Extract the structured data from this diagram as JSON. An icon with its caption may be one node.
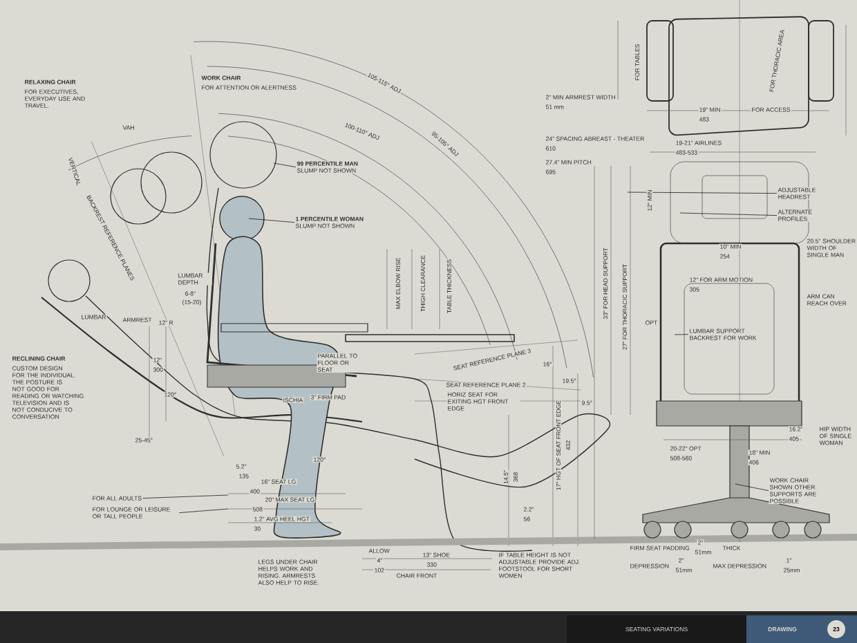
{
  "diagram": {
    "nodes": [
      {
        "text": [
          "99 PERCENTILE MAN",
          "SLUMP NOT SHOWN"
        ]
      },
      {
        "text": [
          "1 PERCENTILE WOMAN",
          "SLUMP NOT SHOWN"
        ]
      },
      {
        "text": [
          "ADJUSTABLE HEADREST"
        ]
      },
      {
        "text": [
          "ALTERNATE PROFILES"
        ]
      },
      {
        "text": [
          "LUMBAR SUPPORT BACKREST FOR WORK"
        ]
      },
      {
        "text": [
          "WORK CHAIR SHOWN OTHER SUPPORTS ARE POSSIBLE"
        ]
      },
      {
        "text": [
          "FOR ALL ADULTS"
        ]
      },
      {
        "text": [
          "FOR LOUNGE OR LEISURE OR TALL PEOPLE"
        ]
      }
    ],
    "edges": [
      {
        "from": 0,
        "to": null,
        "arrow": "none"
      },
      {
        "from": 1,
        "to": null,
        "arrow": "none"
      },
      {
        "from": 2,
        "to": null,
        "arrow": "none"
      },
      {
        "from": 3,
        "to": null,
        "arrow": "none"
      },
      {
        "from": 4,
        "to": null,
        "arrow": "none"
      },
      {
        "from": 5,
        "to": null,
        "arrow": "none"
      },
      {
        "from": 6,
        "to": null,
        "arrow": "none"
      },
      {
        "from": 7,
        "to": null,
        "arrow": "none"
      }
    ],
    "labels": [
      "RELAXING CHAIR",
      "FOR EXECUTIVES, EVERYDAY USE AND TRAVEL.",
      "WORK CHAIR",
      "FOR ATTENTION OR ALERTNESS",
      "105-115° ADJ",
      "2\" MIN ARMREST WIDTH",
      "51 mm",
      "FOR TABLES",
      "FOR THORACIC AREA",
      "19\" MIN",
      "483",
      "FOR ACCESS",
      "VAH",
      "100-110° ADJ",
      "95-105° ADJ",
      "24\" SPACING ABREAST - THEATER",
      "610",
      "19-21\" AIRLINES",
      "483-533",
      "27.4\" MIN PITCH",
      "695",
      "VERTICAL",
      "BACKREST REFERENCE PLANES",
      "12\" MIN",
      "LUMBAR DEPTH",
      "6-8\"",
      "(15-20)",
      "10\" MIN",
      "254",
      "20.5\" SHOULDER WIDTH OF SINGLE MAN",
      "12\" FOR ARM MOTION",
      "305",
      "MAX ELBOW RISE",
      "THIGH CLEARANCE",
      "TABLE THICKNESS",
      "33\" FOR HEAD SUPPORT",
      "27\" FOR THORACIC SUPPORT",
      "ARM CAN REACH OVER",
      "LUMBAR",
      "ARMREST",
      "12\" R",
      "OPT",
      "RECLINING CHAIR",
      "CUSTOM DESIGN FOR THE INDIVIDUAL. THE POSTURE IS NOT GOOD FOR READING OR WATCHING TELEVISION AND IS NOT CONDUCIVE TO CONVERSATION",
      "12\"",
      "300",
      "PARALLEL TO FLOOR OR SEAT",
      "120°",
      "ISCHIA",
      "3\" FIRM PAD",
      "SEAT REFERENCE PLANE 3",
      "16°",
      "SEAT REFERENCE PLANE 2",
      "19.5°",
      "HORIZ SEAT FOR EXITING HGT FRONT EDGE",
      "9.5°",
      "25-45°",
      "120°",
      "5.2\"",
      "135",
      "16\" SEAT LG",
      "400",
      "20\" MAX SEAT LG",
      "508",
      "1.2\" AVG HEEL HGT",
      "30",
      "14.5\"",
      "368",
      "2.2\"",
      "56",
      "17\" HGT OF SEAT FRONT EDGE",
      "432",
      "HIP WIDTH OF SINGLE WOMAN",
      "16.2\"",
      "405",
      "20-22\" OPT",
      "508-560",
      "18\" MIN",
      "406",
      "LEGS UNDER CHAIR HELPS WORK AND RISING. ARMRESTS ALSO HELP TO RISE.",
      "ALLOW",
      "4\"",
      "102",
      "13\" SHOE",
      "330",
      "CHAIR FRONT",
      "IF TABLE HEIGHT IS NOT ADJUSTABLE PROVIDE ADJ. FOOTSTOOL FOR SHORT WOMEN",
      "FIRM SEAT PADDING",
      "2\"",
      "51mm",
      "THICK",
      "DEPRESSION",
      "2\"",
      "51mm",
      "MAX DEPRESSION",
      "1\"",
      "25mm",
      "SEATING VARIATIONS",
      "DRAWING",
      "23"
    ]
  }
}
